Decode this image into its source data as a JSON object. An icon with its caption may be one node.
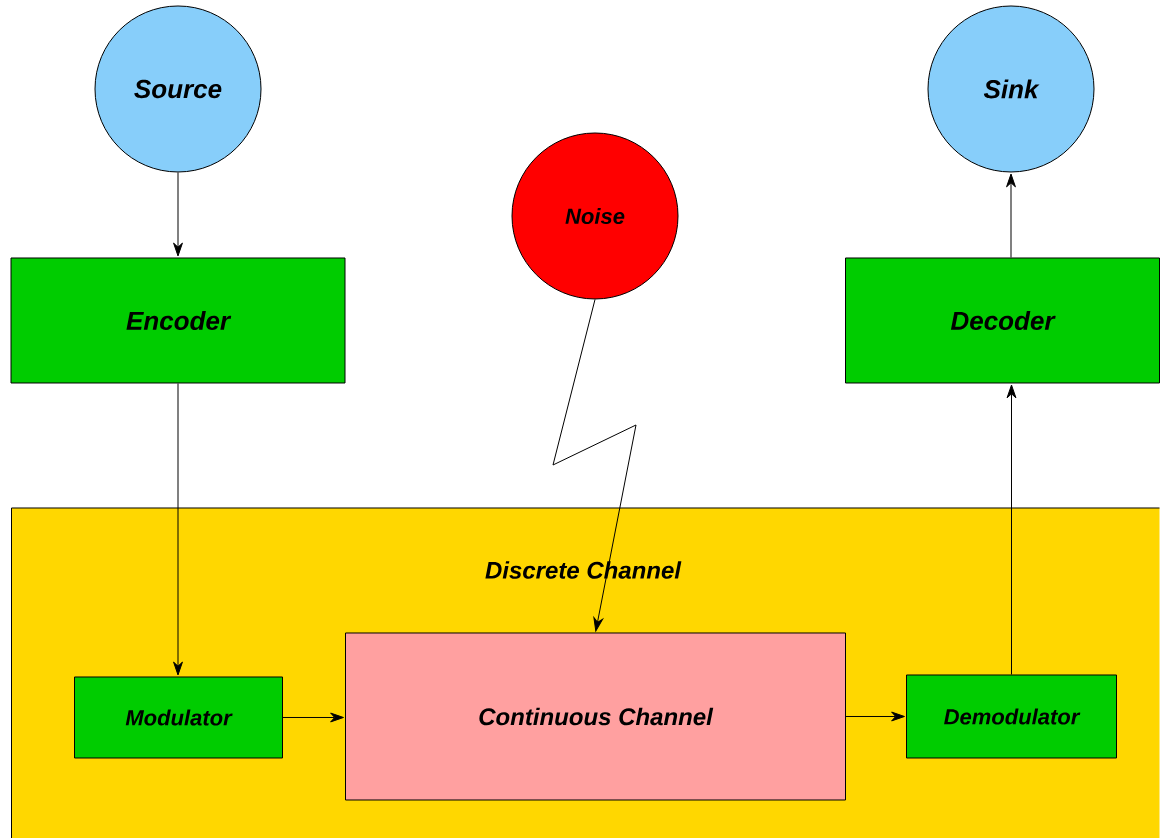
{
  "diagram": {
    "nodes": [
      {
        "text": [
          "Source"
        ]
      },
      {
        "text": [
          "Sink"
        ]
      },
      {
        "text": [
          "Noise"
        ]
      },
      {
        "text": [
          "Encoder"
        ]
      },
      {
        "text": [
          "Decoder"
        ]
      },
      {
        "text": [
          "Discrete Channel"
        ]
      },
      {
        "text": [
          "Modulator"
        ],
        "in": 5
      },
      {
        "text": [
          "Continuous Channel"
        ],
        "in": 5
      },
      {
        "text": [
          "Demodulator"
        ],
        "in": 5
      }
    ],
    "edges": [
      {
        "from": 0,
        "to": 3,
        "arrow": "to"
      },
      {
        "from": 3,
        "to": 6,
        "arrow": "to"
      },
      {
        "from": 6,
        "to": 7,
        "arrow": "to"
      },
      {
        "from": 7,
        "to": 8,
        "arrow": "to"
      },
      {
        "from": 8,
        "to": 4,
        "arrow": "to"
      },
      {
        "from": 4,
        "to": 1,
        "arrow": "to"
      },
      {
        "from": 2,
        "to": 7,
        "arrow": "to"
      }
    ]
  }
}
